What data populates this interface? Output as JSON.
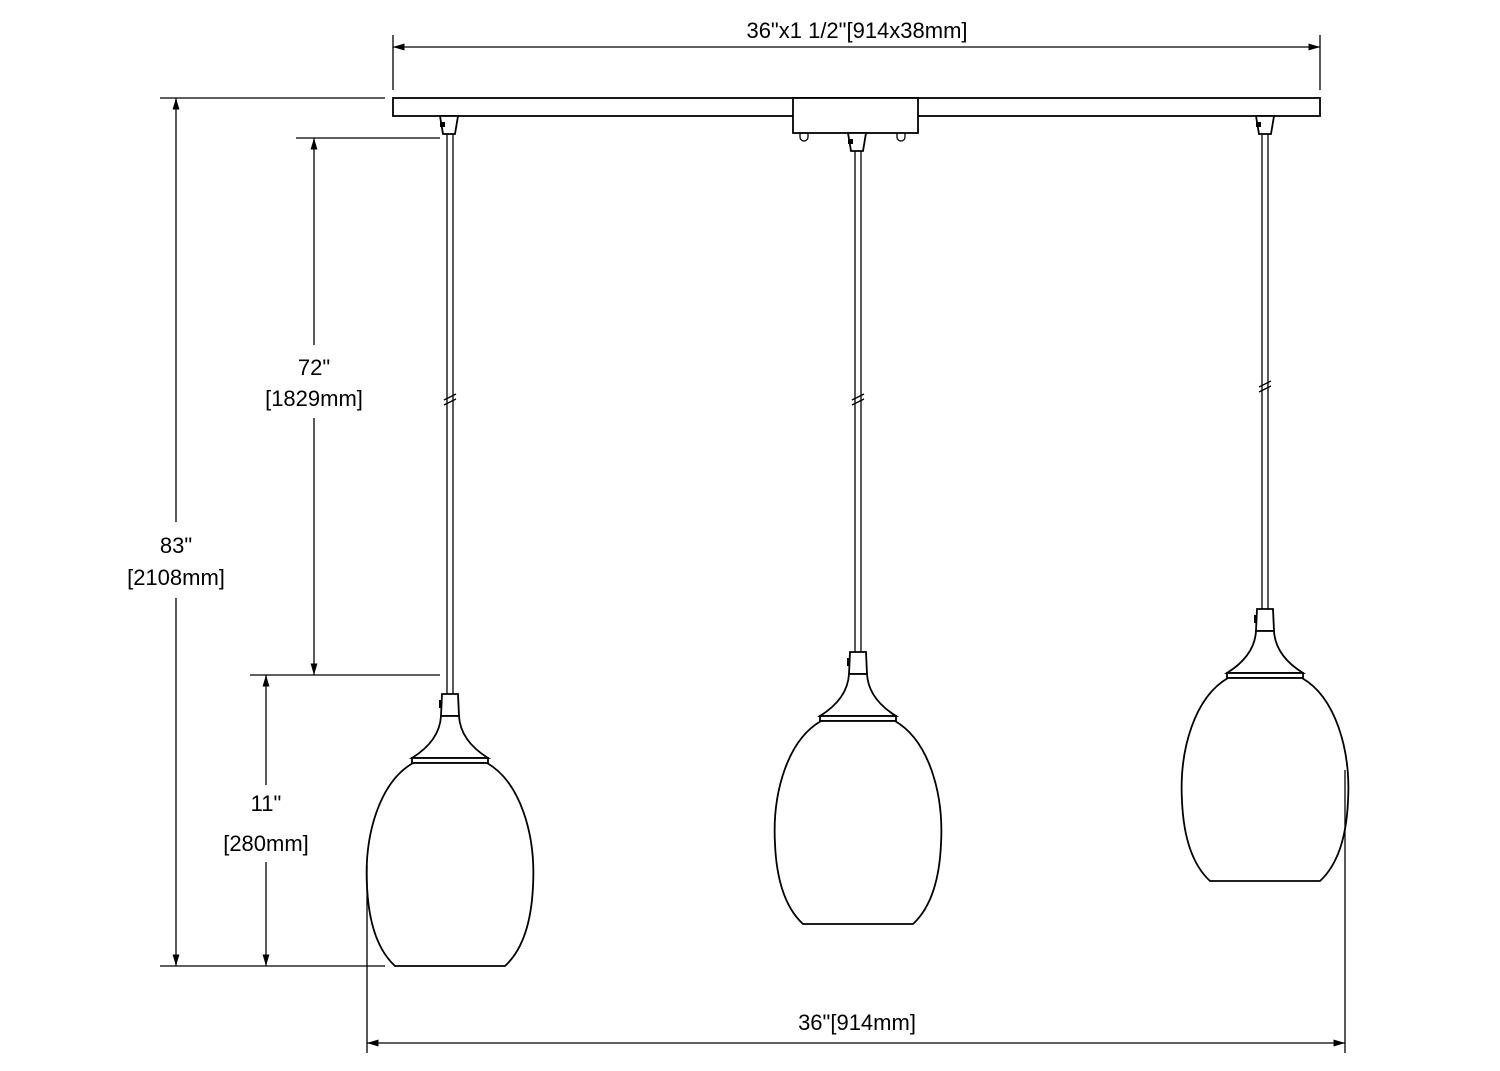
{
  "dimensions": {
    "canopy": "36\"x1 1/2\"[914x38mm]",
    "overall_height_in": "83\"",
    "overall_height_mm": "[2108mm]",
    "cord_length_in": "72\"",
    "cord_length_mm": "[1829mm]",
    "shade_height_in": "11\"",
    "shade_height_mm": "[280mm]",
    "overall_width": "36\"[914mm]"
  },
  "pendants": [
    {
      "name": "left",
      "count": 1
    },
    {
      "name": "center",
      "count": 1
    },
    {
      "name": "right",
      "count": 1
    }
  ],
  "colors": {
    "line": "#000000",
    "background": "#ffffff"
  }
}
